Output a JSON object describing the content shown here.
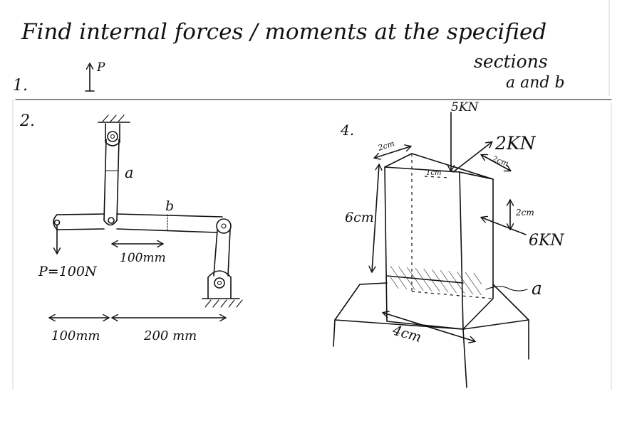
{
  "header": {
    "title": "Find internal forces / moments at the specified",
    "subtitle_line1": "sections",
    "subtitle_line2": "a and b"
  },
  "problem1": {
    "number": "1.",
    "load_label": "P"
  },
  "problem2": {
    "number": "2.",
    "section_a": "a",
    "section_b": "b",
    "dim_center": "100mm",
    "load": "P=100N",
    "dim_left": "100mm",
    "dim_right": "200 mm"
  },
  "problem4": {
    "number": "4.",
    "force_top": "5KN",
    "force_side": "2KN",
    "force_right": "6KN",
    "dim_2cm_top_left": "2cm",
    "dim_1cm": "1cm",
    "dim_2cm_top_right": "2cm",
    "dim_2cm_side": "2cm",
    "dim_height": "6cm",
    "dim_width": "4cm",
    "section_a": "a"
  }
}
